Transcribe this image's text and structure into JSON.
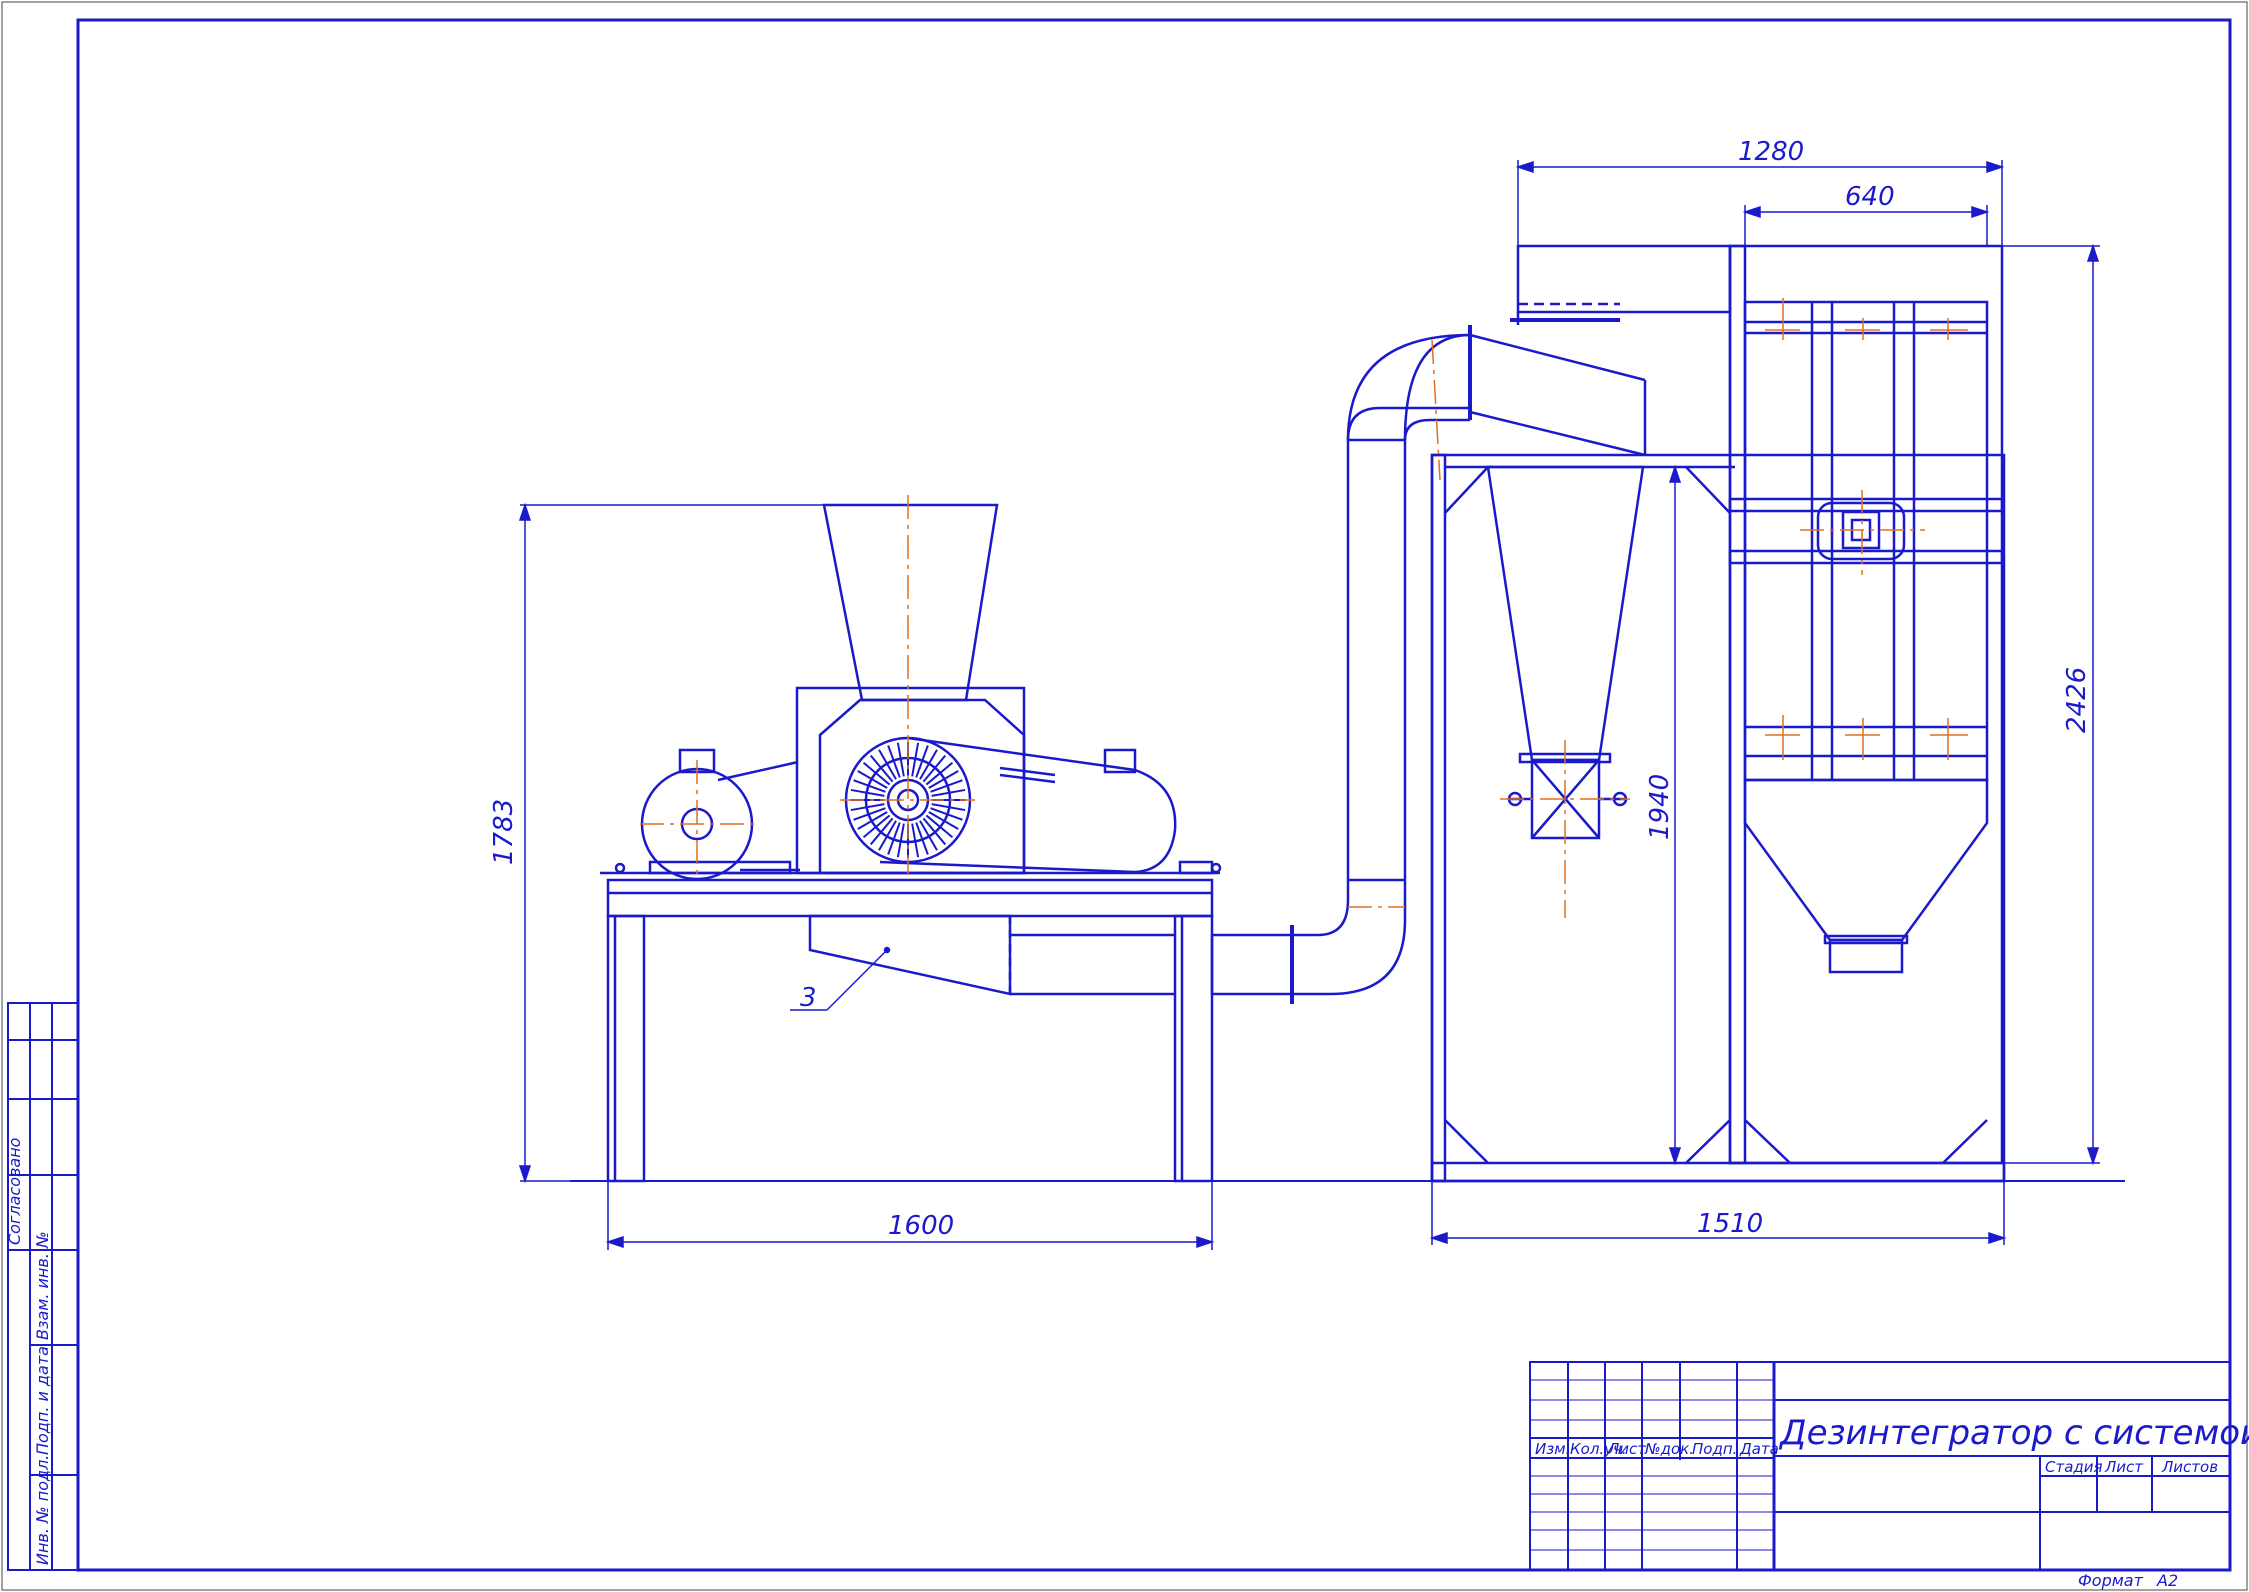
{
  "drawing": {
    "title": "Дезинтегратор с системой аспирации",
    "format_label": "Формат",
    "format_value": "А2",
    "callout": "3"
  },
  "dimensions": {
    "table_height": "1783",
    "table_width": "1600",
    "filter_width_total": "1280",
    "filter_width_inner": "640",
    "filter_height": "2426",
    "cyclone_height": "1940",
    "base_width": "1510"
  },
  "title_block": {
    "columns": [
      "Изм.",
      "Кол.уч.",
      "Лист",
      "№док.",
      "Подп.",
      "Дата"
    ],
    "stage_columns": [
      "Стадия",
      "Лист",
      "Листов"
    ]
  },
  "side_stamp": {
    "labels": [
      "Согласовано",
      "Взам. инв. №",
      "Подп. и дата",
      "Инв. № подл."
    ]
  },
  "colors": {
    "line": "#1a1acc",
    "axis": "#e07020",
    "frame": "#1a1acc"
  }
}
